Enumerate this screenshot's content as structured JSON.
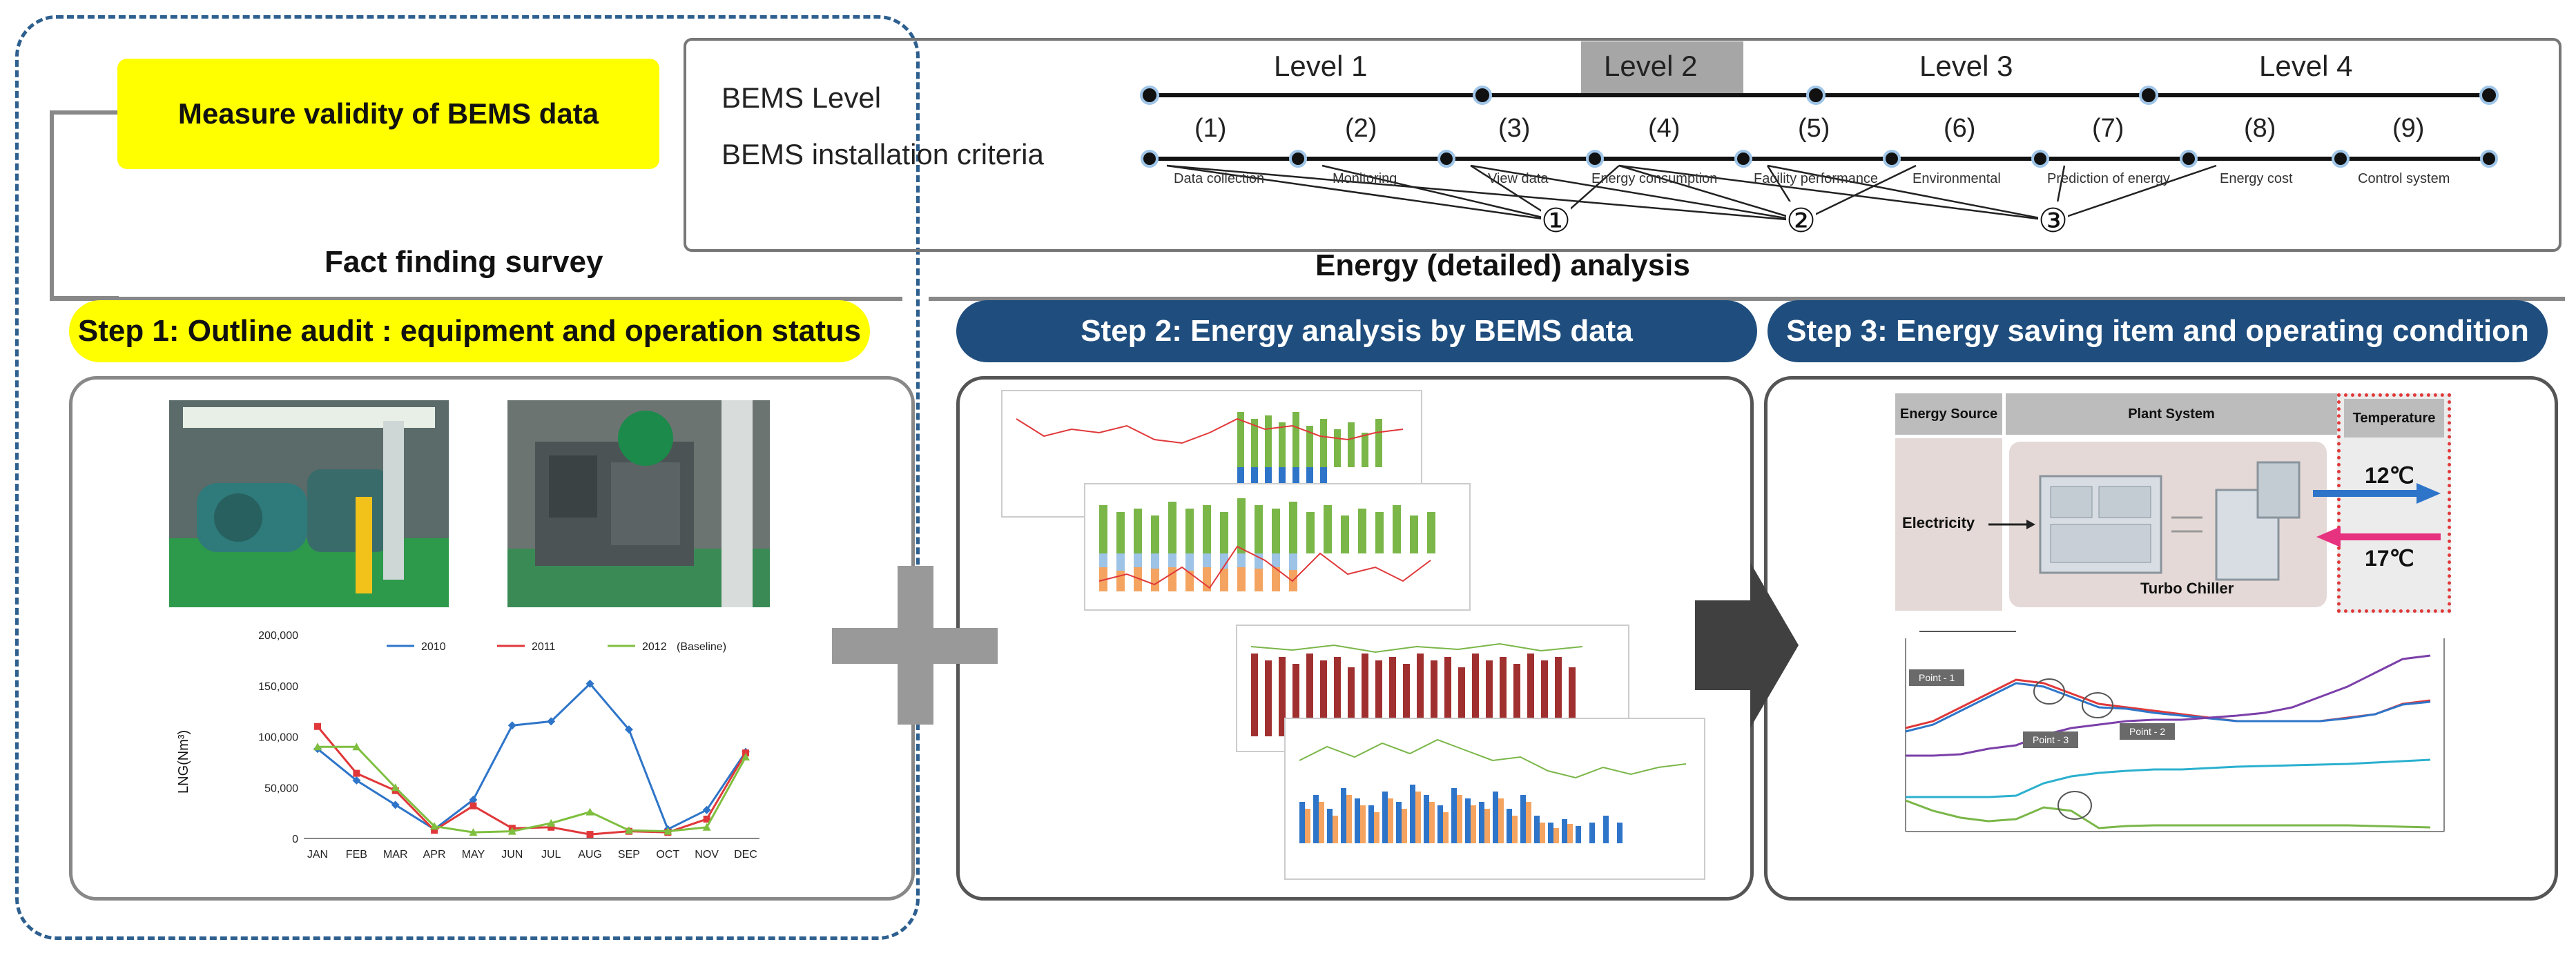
{
  "fact_finding": {
    "measure_label": "Measure validity of BEMS data",
    "survey_label": "Fact finding survey"
  },
  "top_panel": {
    "bems_level_label": "BEMS Level",
    "criteria_label": "BEMS installation criteria",
    "levels": [
      "Level 1",
      "Level 2",
      "Level 3",
      "Level 4"
    ],
    "highlight_level": "Level 2",
    "criteria_numbers": [
      "(1)",
      "(2)",
      "(3)",
      "(4)",
      "(5)",
      "(6)",
      "(7)",
      "(8)",
      "(9)"
    ],
    "criteria_names": [
      "Data collection",
      "Monitoring",
      "View data",
      "Energy consumption",
      "Facility performance",
      "Environmental",
      "Prediction of energy",
      "Energy cost",
      "Control system"
    ],
    "circled_numbers": [
      "①",
      "②",
      "③"
    ],
    "analysis_label": "Energy (detailed) analysis"
  },
  "steps": {
    "step1": "Step 1: Outline audit : equipment and operation status",
    "step2": "Step 2: Energy analysis by BEMS data",
    "step3": "Step 3: Energy saving item and operating condition"
  },
  "colors": {
    "yellow": "#ffff00",
    "navy": "#1f4e7e",
    "s2010": "#2e75c9",
    "s2011": "#e0383a",
    "s2012": "#7fbf3f"
  },
  "chart_data": {
    "type": "line",
    "ylabel": "LNG(Nm³)",
    "categories": [
      "JAN",
      "FEB",
      "MAR",
      "APR",
      "MAY",
      "JUN",
      "JUL",
      "AUG",
      "SEP",
      "OCT",
      "NOV",
      "DEC"
    ],
    "ylim": [
      0,
      200000
    ],
    "yticks": [
      "0",
      "50,000",
      "100,000",
      "150,000",
      "200,000"
    ],
    "legend_position": "top",
    "series": [
      {
        "name": "2010",
        "values": [
          88000,
          57000,
          33000,
          9000,
          38000,
          111000,
          115000,
          152000,
          107000,
          9000,
          28000,
          85000
        ]
      },
      {
        "name": "2011",
        "values": [
          110000,
          64000,
          47000,
          8000,
          32000,
          10000,
          11000,
          4000,
          7000,
          6000,
          19000,
          84000
        ]
      },
      {
        "name": "2012",
        "values": [
          90000,
          90000,
          50000,
          12000,
          6000,
          7000,
          15000,
          26000,
          8000,
          7000,
          11000,
          80000
        ]
      }
    ],
    "legend_labels": [
      "2010",
      "2011",
      "2012",
      "(Baseline)"
    ]
  },
  "step3_panel": {
    "energy_source": "Energy Source",
    "plant_system": "Plant System",
    "temperature": "Temperature",
    "electricity": "Electricity",
    "turbo_chiller": "Turbo Chiller",
    "temp_out": "12℃",
    "temp_in": "17℃",
    "point1": "Point - 1",
    "point2": "Point - 2",
    "point3": "Point - 3"
  }
}
